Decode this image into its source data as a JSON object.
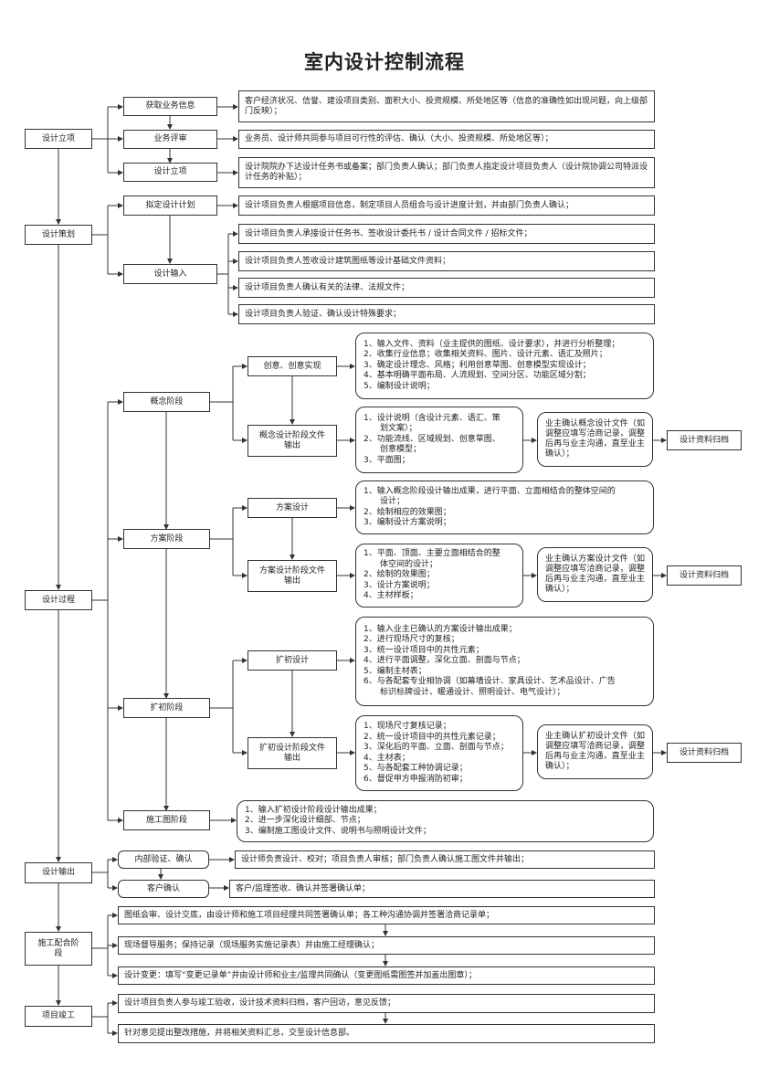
{
  "title": "室内设计控制流程",
  "stages": {
    "s1": "设计立项",
    "s2": "设计策划",
    "s3": "设计过程",
    "s4": "设计输出",
    "s5": "施工配合阶段",
    "s6": "项目竣工"
  },
  "sub": {
    "b1": "获取业务信息",
    "b2": "业务评审",
    "b3": "设计立项",
    "b4": "拟定设计计划",
    "b5": "设计输入",
    "p1": "概念阶段",
    "p2": "方案阶段",
    "p3": "扩初阶段",
    "p4": "施工图阶段",
    "q1": "创意、创意实现",
    "q2": "概念设计阶段文件输出",
    "q3": "方案设计",
    "q4": "方案设计阶段文件输出",
    "q5": "扩初设计",
    "q6": "扩初设计阶段文件输出",
    "o1": "内部验证、确认",
    "o2": "客户确认"
  },
  "desc": {
    "d1": "客户经济状况、信誉、建设项目类别、面积大小、投资规模、所处地区等（信息的准确性如出现问题，向上级部门反映）；",
    "d2": "业务员、设计师共同参与项目可行性的评估、确认（大小、投资规模、所处地区等）；",
    "d3": "设计院院办下达设计任务书或备案；部门负责人确认；部门负责人指定设计项目负责人（设计院协调公司特派设计任务的补贴）；",
    "d4": "设计项目负责人根据项目信息，制定项目人员组合与设计进度计划，并由部门负责人确认；",
    "d5": "设计项目负责人承接设计任务书、签收设计委托书 / 设计合同文件 / 招标文件；",
    "d6": "设计项目负责人签收设计建筑图纸等设计基础文件资料；",
    "d7": "设计项目负责人确认有关的法律、法规文件；",
    "d8": "设计项目负责人验证、确认设计特殊要求；",
    "o1d": "设计师负责设计、校对；项目负责人审核；部门负责人确认施工图文件并输出；",
    "o2d": "客户/监理签收、确认并签署确认单；",
    "c1": "图纸会审、设计交底，由设计师和施工项目经理共同签署确认单；各工种沟通协调并签署洽商记录单；",
    "c2": "现场督导服务；保持记录（现场服务实施记录表）并由施工经理确认；",
    "c3": "设计变更：填写“变更记录单”并由设计师和业主/监理共同确认（变更图纸需图签并加盖出图章）；",
    "f1": "设计项目负责人参与竣工验收，设计技术资料归档，客户回访，意见反馈；",
    "f2": "针对意见提出整改措施，并将相关资料汇总，交至设计信息部。"
  },
  "lists": {
    "m1": [
      "1、输入文件、资料（业主提供的图纸、设计要求），并进行分析整理；",
      "2、收集行业信息；收集相关资料、图片、设计元素、语汇及照片；",
      "3、确定设计理念、风格；利用创意草图、创意模型实现设计；",
      "4、基本明确平面布局、人流规划、空间分区、功能区域分割；",
      "5、编制设计说明；"
    ],
    "m2": [
      "1、设计说明（含设计元素、语汇、策",
      "　　划文案）；",
      "2、功能流线、区域规划、创意草图、",
      "　　创意模型；",
      "3、平面图；"
    ],
    "m3": [
      "1、输入概念阶段设计输出成果，进行平面、立面相结合的整体空间的",
      "　　设计；",
      "2、绘制相应的效果图；",
      "3、编制设计方案说明；"
    ],
    "m4": [
      "1、平面、顶面、主要立面相结合的整",
      "　　体空间的设计；",
      "2、绘制的效果图；",
      "3、设计方案说明；",
      "4、主材样板；"
    ],
    "m5": [
      "1、输入业主已确认的方案设计输出成果；",
      "2、进行现场尺寸的复核；",
      "3、统一设计项目中的共性元素；",
      "4、进行平面调整，深化立面、剖面与节点；",
      "5、编制主材表；",
      "6、与各配套专业相协调（如幕墙设计、家具设计、艺术品设计、广告",
      "　　标识标牌设计、暖通设计、照明设计、电气设计）；"
    ],
    "m6": [
      "1、现场尺寸复核记录；",
      "2、统一设计项目中的共性元素记录；",
      "3、深化后的平面、立面、剖面与节点；",
      "4、主材表；",
      "5、与各配套工种协调记录；",
      "6、督促甲方申报消防初审；"
    ],
    "m7": [
      "1、输入扩初设计阶段设计输出成果；",
      "2、进一步深化设计细部、节点；",
      "3、编制施工图设计文件、说明书与照明设计文件；"
    ]
  },
  "confirm": {
    "k1": "业主确认概念设计文件（如调整应填写洽商记录，调整后再与业主沟通，直至业主确认）；",
    "k2": "业主确认方案设计文件（如调整应填写洽商记录，调整后再与业主沟通，直至业主确认）；",
    "k3": "业主确认扩初设计文件（如调整应填写洽商记录，调整后再与业主沟通，直至业主确认）；"
  },
  "archive": {
    "a1": "设计资料归档",
    "a2": "设计资料归档",
    "a3": "设计资料归档"
  },
  "colors": {
    "line": "#333333",
    "text": "#222222",
    "background": "#ffffff"
  }
}
